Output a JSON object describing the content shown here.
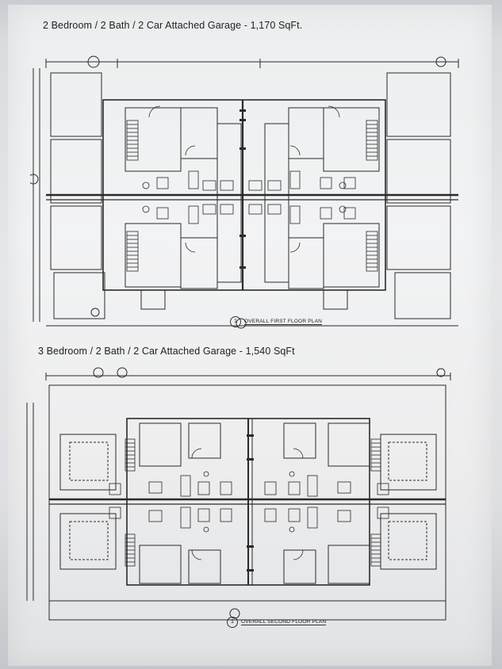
{
  "plans": [
    {
      "heading": "2 Bedroom / 2 Bath / 2 Car Attached Garage - 1,170 SqFt.",
      "caption_number": "1",
      "caption_title": "OVERALL FIRST FLOOR PLAN"
    },
    {
      "heading": "3 Bedroom / 2 Bath / 2 Car Attached Garage - 1,540 SqFt",
      "caption_number": "1",
      "caption_title": "OVERALL SECOND FLOOR PLAN"
    }
  ],
  "colors": {
    "ink": "#2a2a2a",
    "paper": "#f1f2f3"
  }
}
